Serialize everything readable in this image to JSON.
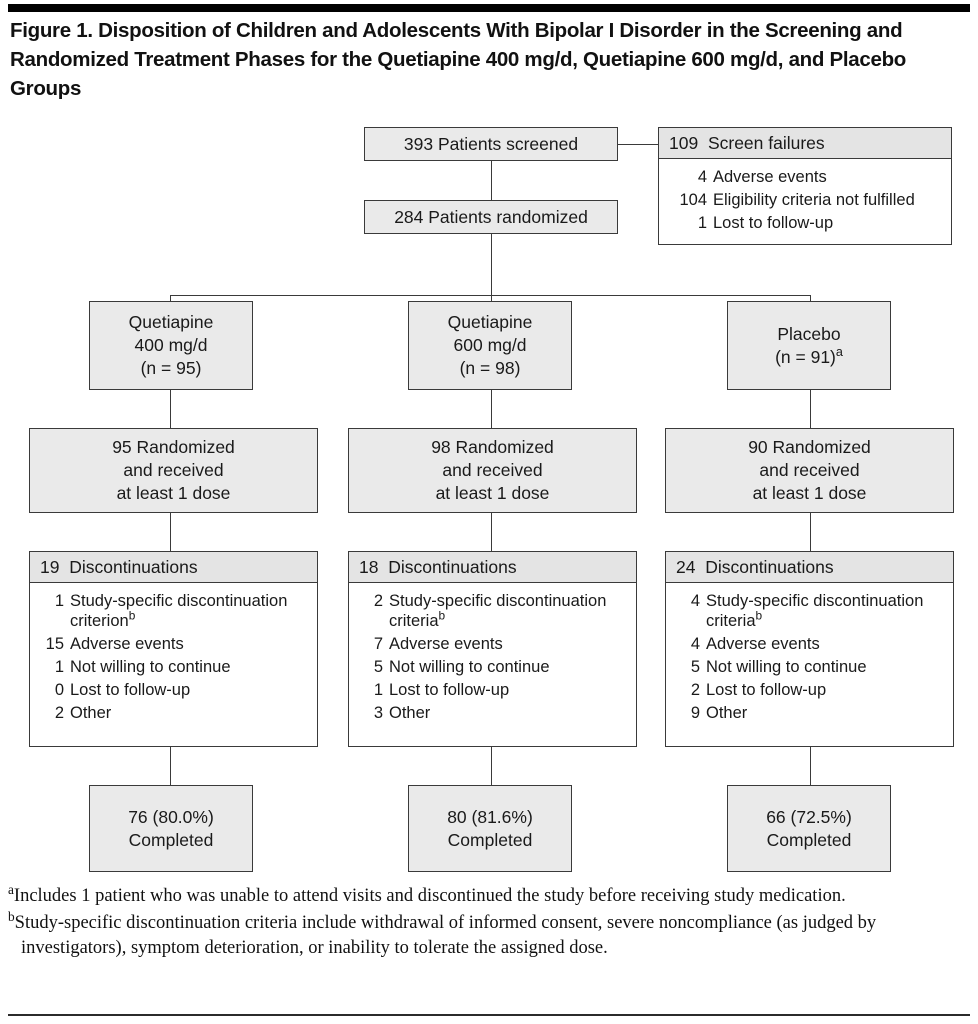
{
  "figure": {
    "title": "Figure 1. Disposition of Children and Adolescents With Bipolar I Disorder in the Screening and Randomized Treatment Phases for the Quetiapine 400 mg/d, Quetiapine 600 mg/d, and Placebo Groups"
  },
  "colors": {
    "box_fill": "#eaeaea",
    "header_fill": "#e4e4e4",
    "border": "#3a3a3a",
    "rule": "#000000",
    "text": "#1a1a1a"
  },
  "flow": {
    "screened": {
      "label": "393 Patients screened"
    },
    "randomized": {
      "label": "284 Patients randomized"
    },
    "screen_failures": {
      "header": "109  Screen failures",
      "header_num": "109",
      "header_text": "Screen failures",
      "rows": [
        {
          "num": "4",
          "text": "Adverse events"
        },
        {
          "num": "104",
          "text": "Eligibility criteria not fulfilled"
        },
        {
          "num": "1",
          "text": "Lost to follow-up"
        }
      ]
    },
    "arms": [
      {
        "id": "quetiapine-400",
        "group": {
          "line1": "Quetiapine",
          "line2": "400 mg/d",
          "line3": "(n = 95)",
          "footnote_marker": ""
        },
        "received": {
          "line1": "95 Randomized",
          "line2": "and received",
          "line3": "at least 1 dose"
        },
        "discontinuations": {
          "header_num": "19",
          "header_text": "Discontinuations",
          "rows": [
            {
              "num": "1",
              "text": "Study-specific discontinuation criterion",
              "footnote_marker": "b"
            },
            {
              "num": "15",
              "text": "Adverse events",
              "footnote_marker": ""
            },
            {
              "num": "1",
              "text": "Not willing to continue",
              "footnote_marker": ""
            },
            {
              "num": "0",
              "text": "Lost to follow-up",
              "footnote_marker": ""
            },
            {
              "num": "2",
              "text": "Other",
              "footnote_marker": ""
            }
          ]
        },
        "completed": {
          "line1": "76 (80.0%)",
          "line2": "Completed"
        }
      },
      {
        "id": "quetiapine-600",
        "group": {
          "line1": "Quetiapine",
          "line2": "600 mg/d",
          "line3": "(n = 98)",
          "footnote_marker": ""
        },
        "received": {
          "line1": "98 Randomized",
          "line2": "and received",
          "line3": "at least 1 dose"
        },
        "discontinuations": {
          "header_num": "18",
          "header_text": "Discontinuations",
          "rows": [
            {
              "num": "2",
              "text": "Study-specific discontinuation criteria",
              "footnote_marker": "b"
            },
            {
              "num": "7",
              "text": "Adverse events",
              "footnote_marker": ""
            },
            {
              "num": "5",
              "text": "Not willing to continue",
              "footnote_marker": ""
            },
            {
              "num": "1",
              "text": "Lost to follow-up",
              "footnote_marker": ""
            },
            {
              "num": "3",
              "text": "Other",
              "footnote_marker": ""
            }
          ]
        },
        "completed": {
          "line1": "80 (81.6%)",
          "line2": "Completed"
        }
      },
      {
        "id": "placebo",
        "group": {
          "line1": "Placebo",
          "line2": "(n = 91)",
          "line3": "",
          "footnote_marker": "a"
        },
        "received": {
          "line1": "90 Randomized",
          "line2": "and received",
          "line3": "at least 1 dose"
        },
        "discontinuations": {
          "header_num": "24",
          "header_text": "Discontinuations",
          "rows": [
            {
              "num": "4",
              "text": "Study-specific discontinuation criteria",
              "footnote_marker": "b"
            },
            {
              "num": "4",
              "text": "Adverse events",
              "footnote_marker": ""
            },
            {
              "num": "5",
              "text": "Not willing to continue",
              "footnote_marker": ""
            },
            {
              "num": "2",
              "text": "Lost to follow-up",
              "footnote_marker": ""
            },
            {
              "num": "9",
              "text": "Other",
              "footnote_marker": ""
            }
          ]
        },
        "completed": {
          "line1": "66 (72.5%)",
          "line2": "Completed"
        }
      }
    ]
  },
  "footnotes": [
    {
      "marker": "a",
      "text": "Includes 1 patient who was unable to attend visits and discontinued the study before receiving study medication."
    },
    {
      "marker": "b",
      "text": "Study-specific discontinuation criteria include withdrawal of informed consent, severe noncompliance (as judged by investigators), symptom deterioration, or inability to tolerate the assigned dose."
    }
  ]
}
